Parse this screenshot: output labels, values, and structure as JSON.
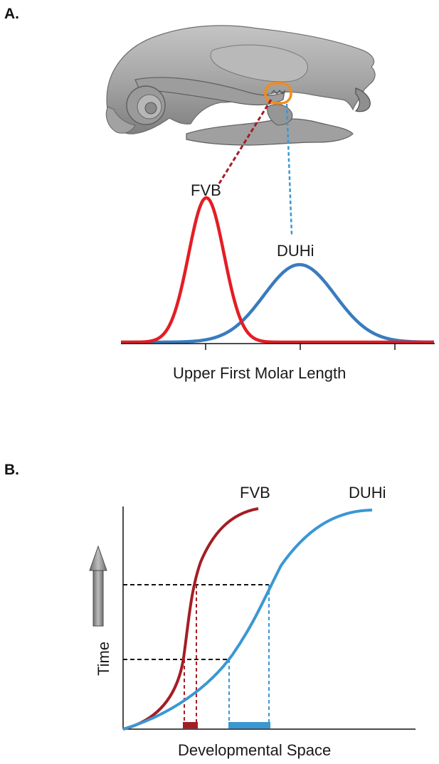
{
  "panel_a": {
    "label": "A.",
    "fvb_label": "FVB",
    "duhi_label": "DUHi",
    "x_axis_label": "Upper First Molar Length"
  },
  "panel_b": {
    "label": "B.",
    "fvb_label": "FVB",
    "duhi_label": "DUHi",
    "x_axis_label": "Developmental Space",
    "y_axis_label": "Time"
  },
  "colors": {
    "fvb_a": "#e31e24",
    "duhi_a": "#3a7bbf",
    "fvb_b": "#a51d24",
    "duhi_b": "#3a97d4",
    "highlight_ring": "#f28c1c",
    "skull": "#a9a9a9",
    "arrow": "#8c8c8c"
  }
}
